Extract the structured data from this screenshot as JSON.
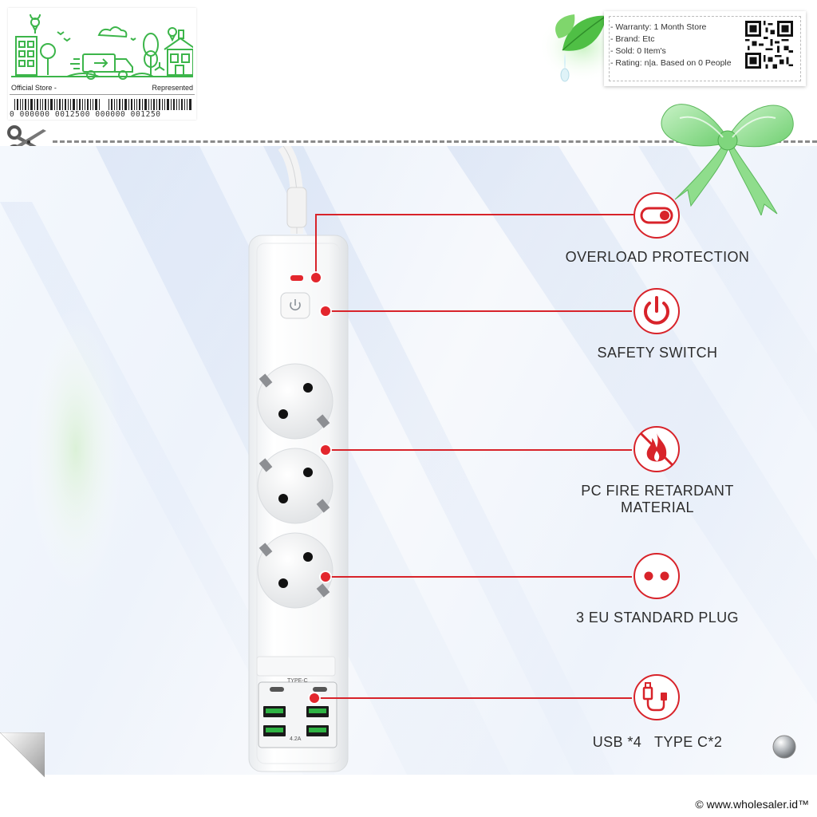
{
  "store_card": {
    "left_label": "Official Store -",
    "right_label": "Represented",
    "barcode_text": "0  000000  0012500  000000  001250"
  },
  "info_box": {
    "lines": [
      "- Warranty: 1 Month Store",
      "- Brand: Etc",
      "- Sold: 0 Item's",
      "- Rating: n|a. Based on 0 People"
    ]
  },
  "features": [
    {
      "name": "overload-protection",
      "label": "OVERLOAD PROTECTION",
      "icon": "toggle-switch-icon"
    },
    {
      "name": "safety-switch",
      "label": "SAFETY SWITCH",
      "icon": "power-icon"
    },
    {
      "name": "fire-retardant",
      "label": "PC FIRE RETARDANT\nMATERIAL",
      "label_line1": "PC FIRE RETARDANT",
      "label_line2": "MATERIAL",
      "icon": "no-fire-icon"
    },
    {
      "name": "eu-plug",
      "label": "3 EU STANDARD PLUG",
      "icon": "two-pin-plug-icon"
    },
    {
      "name": "usb-ports",
      "label": "USB *4   TYPE C*2",
      "icon": "usb-cable-icon"
    }
  ],
  "product": {
    "type_c_label": "TYPE-C",
    "current_label": "4.2A"
  },
  "copyright": "© www.wholesaler.id™",
  "colors": {
    "accent_red": "#d8232a",
    "leaf_green": "#5cc45a",
    "bow_green": "#98e39a"
  }
}
